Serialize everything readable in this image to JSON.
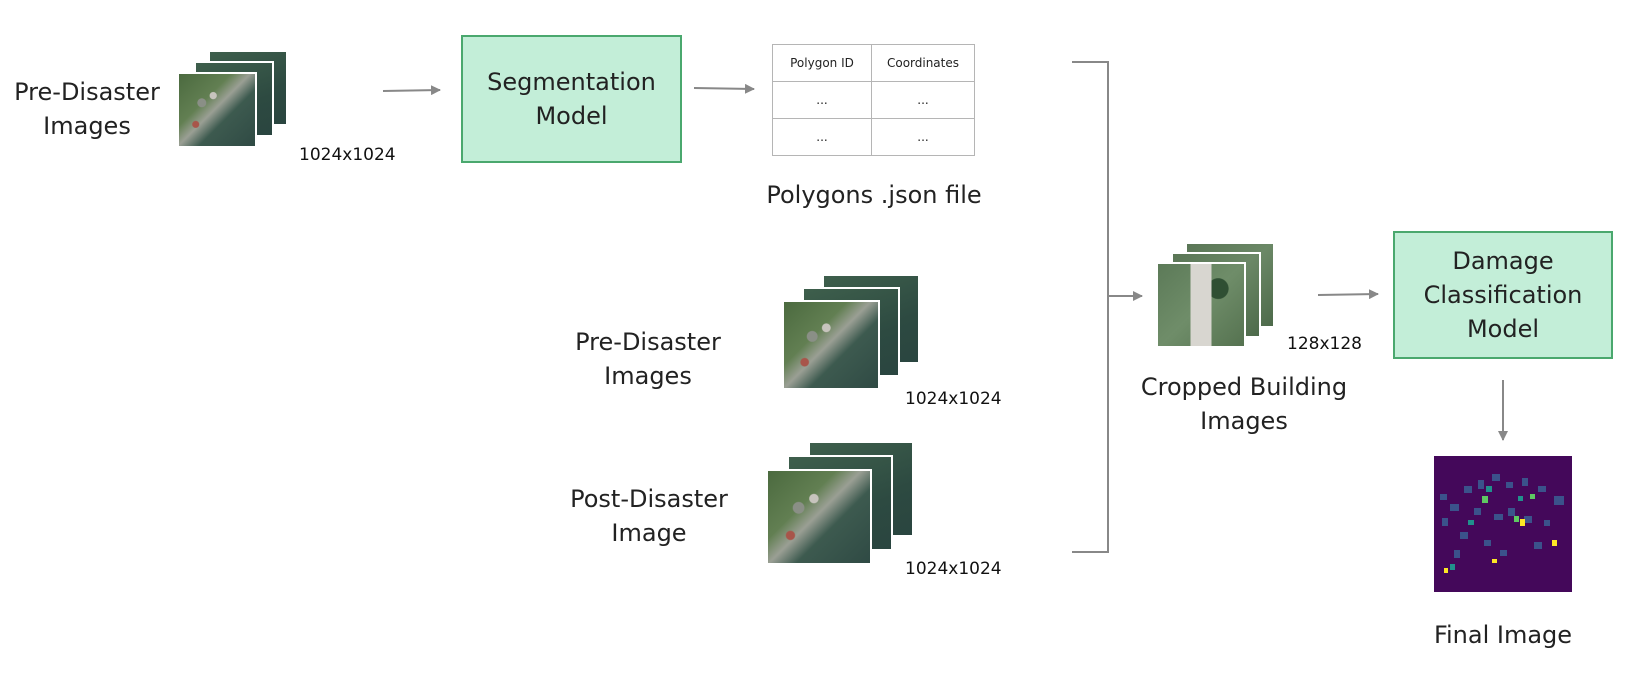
{
  "inputs_top": {
    "label_line1": "Pre-Disaster",
    "label_line2": "Images",
    "resolution": "1024x1024"
  },
  "segmentation_model": {
    "line1": "Segmentation",
    "line2": "Model"
  },
  "polygons_table": {
    "headers": [
      "Polygon ID",
      "Coordinates"
    ],
    "rows": [
      [
        "...",
        "..."
      ],
      [
        "...",
        "..."
      ]
    ],
    "caption": "Polygons .json file"
  },
  "pre_disaster_mid": {
    "label_line1": "Pre-Disaster",
    "label_line2": "Images",
    "resolution": "1024x1024"
  },
  "post_disaster": {
    "label_line1": "Post-Disaster",
    "label_line2": "Image",
    "resolution": "1024x1024"
  },
  "cropped": {
    "label_line1": "Cropped Building",
    "label_line2": "Images",
    "resolution": "128x128"
  },
  "damage_model": {
    "line1": "Damage",
    "line2": "Classification",
    "line3": "Model"
  },
  "final_image": {
    "label": "Final Image"
  },
  "colors": {
    "box_fill": "#c3eed8",
    "box_border": "#4aa86e",
    "arrow": "#888888",
    "final_bg": "#44085a"
  }
}
